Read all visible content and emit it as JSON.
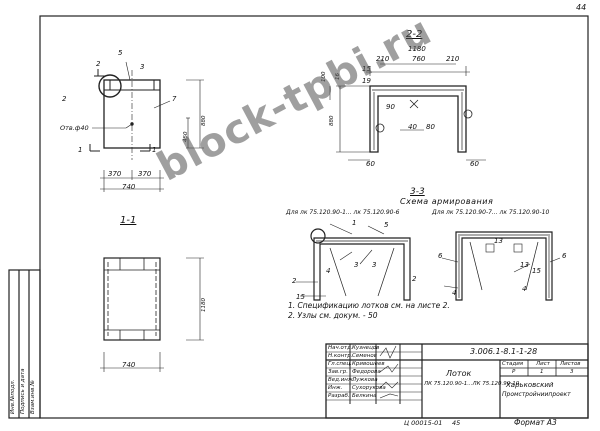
{
  "sheet_number": "44",
  "section_2_2": "2-2",
  "section_1_1": "1-1",
  "section_3_3": "3-3",
  "scheme_title": "Схема армирования",
  "variant_left": "Для лк 75.120.90-1... лк 75.120.90-6",
  "variant_right": "Для лк 75.120.90-7... лк 75.120.90-10",
  "note_1": "1. Спецификацию лотков см. на листе 2.",
  "note_2": "2. Узлы см. докум. - 50",
  "plan_dims": {
    "top": "2",
    "top_right": "3",
    "callout": "5",
    "left_mark": "2",
    "right_mark": "7",
    "hole": "Отв.ф40",
    "h880": "880",
    "h450": "450",
    "w370a": "370",
    "w370b": "370",
    "w740": "740",
    "mark1a": "1",
    "mark1b": "1"
  },
  "sec22_dims": {
    "w1180": "1180",
    "d210a": "210",
    "d760": "760",
    "d210b": "210",
    "d15": "15",
    "d19": "19",
    "d100": "100",
    "d16": "16",
    "d880": "880",
    "d60a": "60",
    "d60b": "60",
    "d90": "90",
    "d40": "40",
    "d80": "80"
  },
  "sec11_dims": {
    "h1180": "1180",
    "w740": "740"
  },
  "sec33_marks": {
    "left": [
      "1",
      "2",
      "3",
      "4",
      "5",
      "3",
      "2",
      "15"
    ],
    "right": [
      "6",
      "4",
      "13",
      "15",
      "6",
      "13",
      "4"
    ]
  },
  "stamp": {
    "doc_code": "3.006.1-8.1-1-28",
    "title": "Лоток",
    "subtitle": "ЛК 75.120.90-1...ЛК 75.120.90-10",
    "col_stage": "Стадия",
    "col_sheet": "Лист",
    "col_sheets": "Листов",
    "val_stage": "Р",
    "val_sheet": "1",
    "val_sheets": "3",
    "org_1": "Харьковский",
    "org_2": "Промстройниипроект",
    "rows": [
      {
        "role": "Нач.отд.",
        "name": "Кузнецов"
      },
      {
        "role": "Н.контр.",
        "name": "Семенов"
      },
      {
        "role": "Гл.спец.",
        "name": "Кривошеев"
      },
      {
        "role": "Зав.гр.",
        "name": "Федорова"
      },
      {
        "role": "Вед.инж.",
        "name": "Лужкова"
      },
      {
        "role": "Инж.",
        "name": "Сухорукова"
      },
      {
        "role": "Разраб.",
        "name": "Белкина"
      }
    ]
  },
  "left_strip": [
    "Инв.№подл.",
    "Подпись и дата",
    "Взам.инв.№"
  ],
  "footer_code": "Ц 00015-01",
  "footer_num": "45",
  "format": "Формат А3",
  "watermark": "block-tpbi.ru"
}
